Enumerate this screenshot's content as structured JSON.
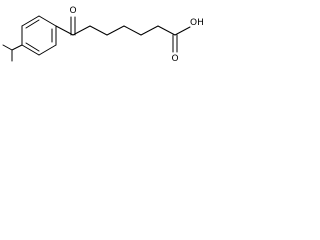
{
  "molecule": {
    "atom_labels": {
      "ketone_oxygen": "O",
      "acid_carbonyl_oxygen": "O",
      "acid_hydroxyl": "OH"
    },
    "colors": {
      "bond": "#000000",
      "label": "#000000",
      "background": "#ffffff"
    }
  }
}
